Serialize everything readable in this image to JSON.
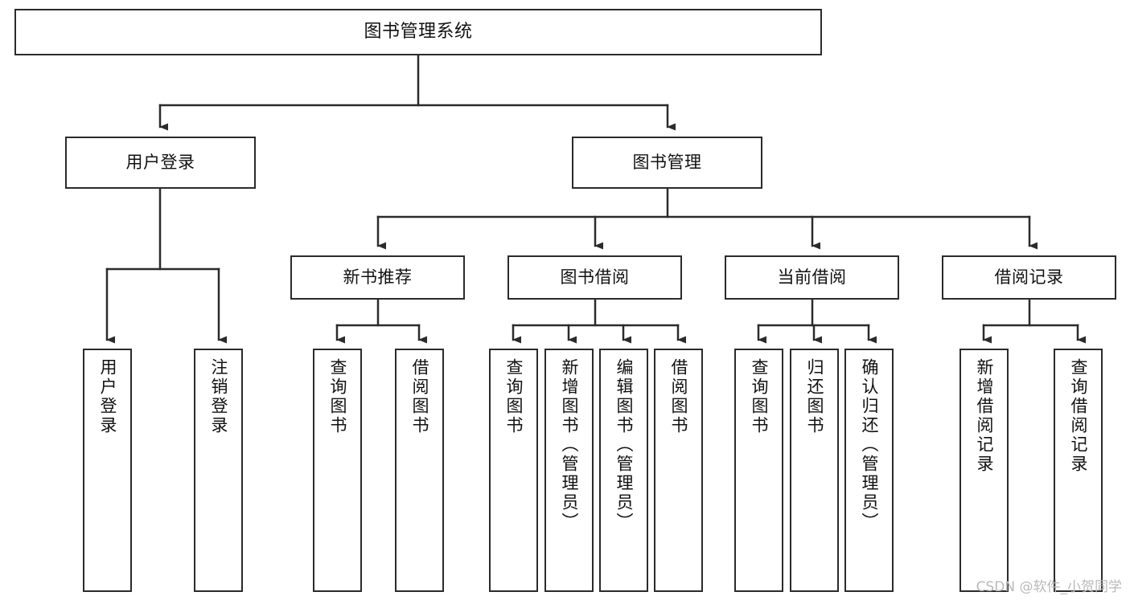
{
  "diagram": {
    "type": "tree-hierarchy-diagram",
    "title": "图书管理系统",
    "style": {
      "box_border_color": "#2b2b2b",
      "box_fill_color": "#ffffff",
      "connector_color": "#2b2b2b",
      "background_color": "#ffffff",
      "text_color": "#111111",
      "watermark_color": "#b9b9b9"
    },
    "root": {
      "label": "图书管理系统"
    },
    "level2": {
      "user_login": {
        "label": "用户登录"
      },
      "book_manage": {
        "label": "图书管理"
      }
    },
    "level3": {
      "new_book_recommend": {
        "label": "新书推荐"
      },
      "book_borrow": {
        "label": "图书借阅"
      },
      "current_borrow": {
        "label": "当前借阅"
      },
      "borrow_record": {
        "label": "借阅记录"
      }
    },
    "leaves": {
      "user_login_children": [
        {
          "label": "用户登录"
        },
        {
          "label": "注销登录"
        }
      ],
      "new_book_recommend_children": [
        {
          "label": "查询图书"
        },
        {
          "label": "借阅图书"
        }
      ],
      "book_borrow_children": [
        {
          "label": "查询图书"
        },
        {
          "label": "新增图书（管理员）"
        },
        {
          "label": "编辑图书（管理员）"
        },
        {
          "label": "借阅图书"
        }
      ],
      "current_borrow_children": [
        {
          "label": "查询图书"
        },
        {
          "label": "归还图书"
        },
        {
          "label": "确认归还（管理员）"
        }
      ],
      "borrow_record_children": [
        {
          "label": "新增借阅记录"
        },
        {
          "label": "查询借阅记录"
        }
      ]
    },
    "watermark": "CSDN @软件_小贺同学"
  }
}
